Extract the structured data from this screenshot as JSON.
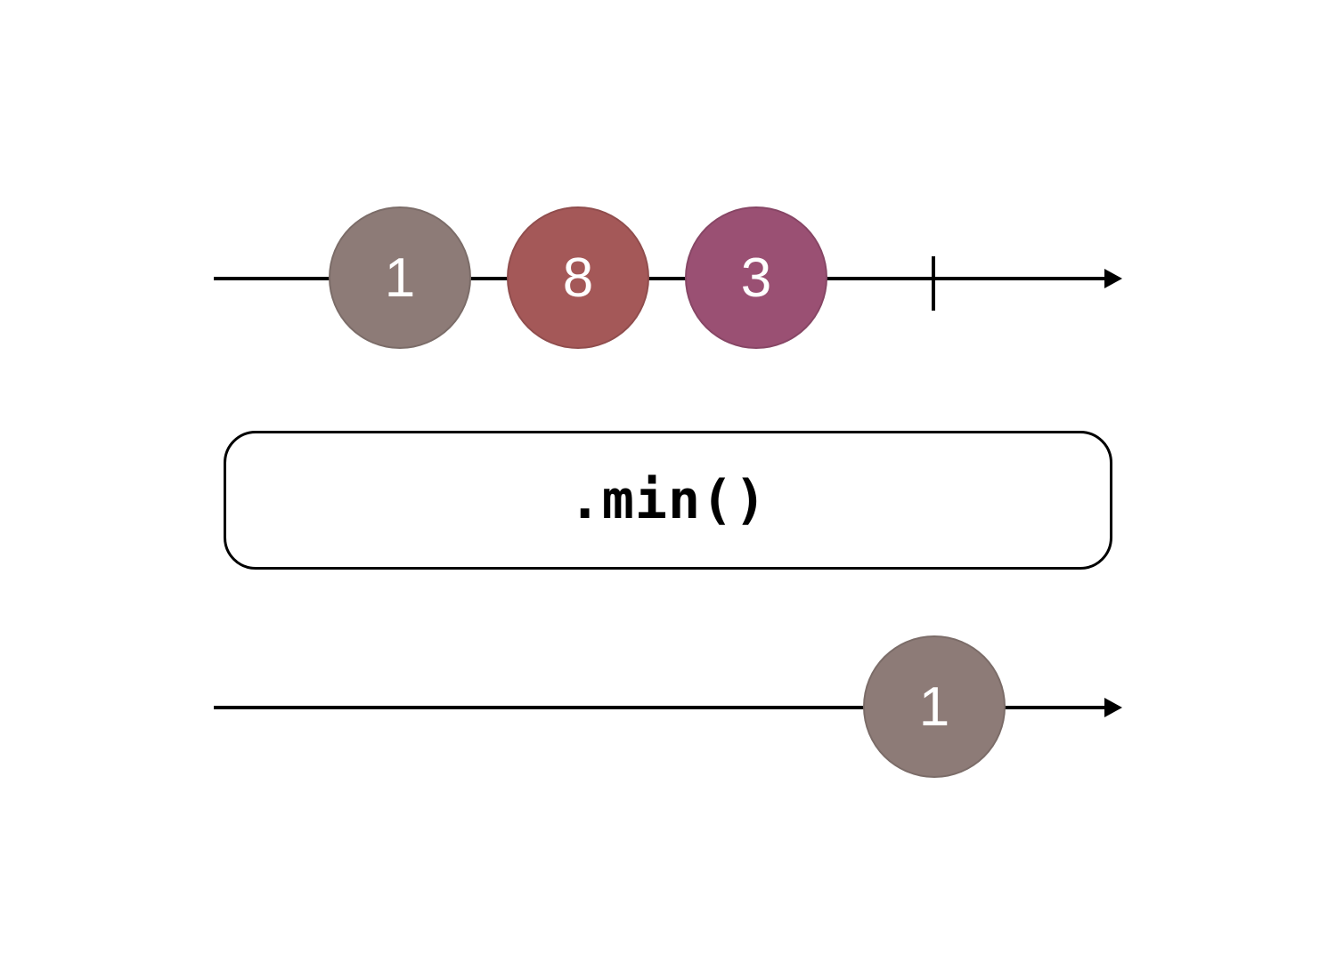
{
  "operator": {
    "label": ".min()"
  },
  "input_stream": {
    "marbles": [
      {
        "value": "1",
        "color": "#8d7b77"
      },
      {
        "value": "8",
        "color": "#a45858"
      },
      {
        "value": "3",
        "color": "#9a5073"
      }
    ],
    "completes": true
  },
  "output_stream": {
    "marbles": [
      {
        "value": "1",
        "color": "#8d7b77"
      }
    ]
  }
}
